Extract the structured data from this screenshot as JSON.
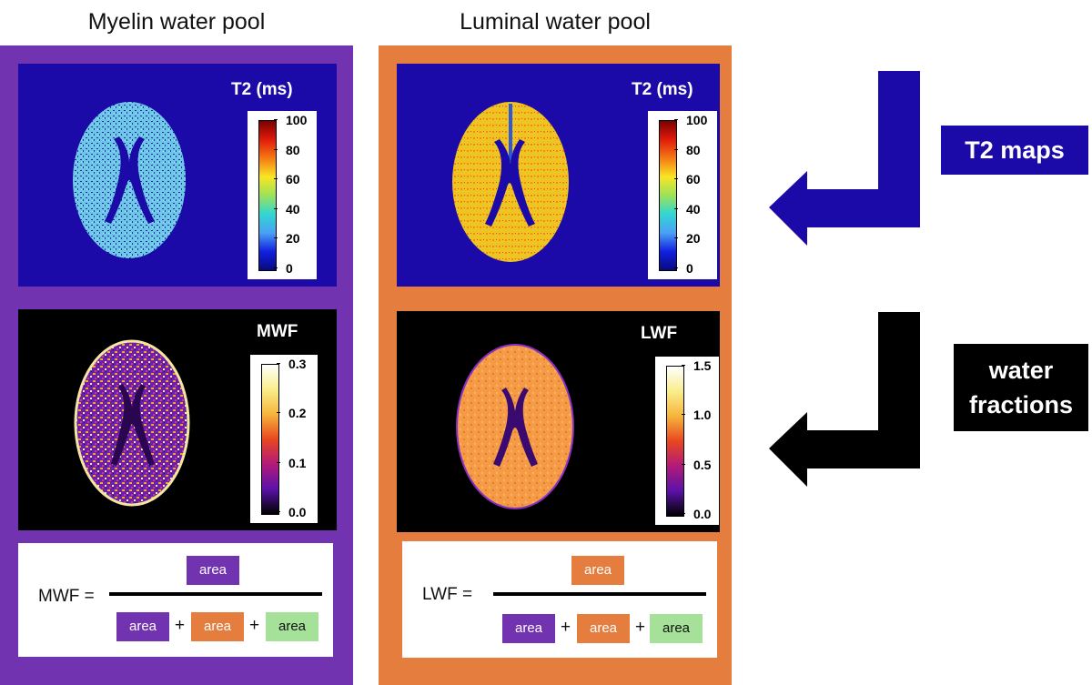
{
  "columns": {
    "myelin_title": "Myelin water pool",
    "luminal_title": "Luminal water pool"
  },
  "colors": {
    "myelin": "#7233b0",
    "luminal": "#e47d3e",
    "third_pool": "#a6e19a",
    "map_background": "#1c0aa8",
    "fraction_background": "#000000"
  },
  "myelin": {
    "t2_map": {
      "title": "T2 (ms)",
      "ticks": [
        "100",
        "80",
        "60",
        "40",
        "20",
        "0"
      ]
    },
    "fraction_map": {
      "title": "MWF",
      "ticks": [
        "0.3",
        "0.2",
        "0.1",
        "0.0"
      ]
    },
    "formula": {
      "label": "MWF =",
      "numerator": "area",
      "denominator": [
        "area",
        "area",
        "area"
      ],
      "plus": "+"
    }
  },
  "luminal": {
    "t2_map": {
      "title": "T2 (ms)",
      "ticks": [
        "100",
        "80",
        "60",
        "40",
        "20",
        "0"
      ]
    },
    "fraction_map": {
      "title": "LWF",
      "ticks": [
        "1.5",
        "1.0",
        "0.5",
        "0.0"
      ]
    },
    "formula": {
      "label": "LWF =",
      "numerator": "area",
      "denominator": [
        "area",
        "area",
        "area"
      ],
      "plus": "+"
    }
  },
  "right_labels": {
    "t2_maps": "T2 maps",
    "water_fractions_line1": "water",
    "water_fractions_line2": "fractions"
  }
}
